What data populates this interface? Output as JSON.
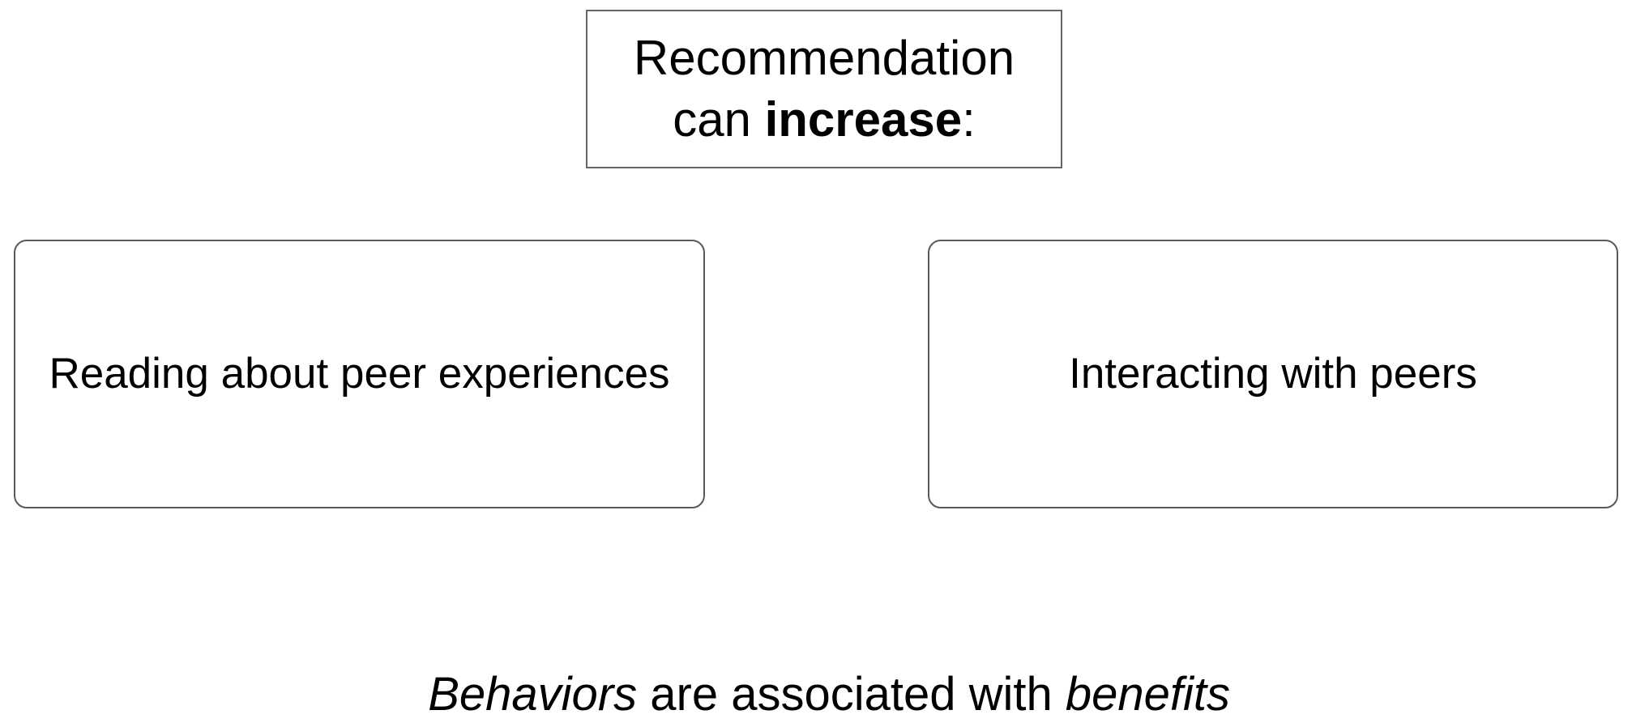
{
  "colors": {
    "background": "#ffffff",
    "text": "#000000",
    "top_box_border": "#666666",
    "rounded_box_border": "#595959"
  },
  "top_box": {
    "line1": "Recommendation",
    "line2_prefix": "can ",
    "line2_bold": "increase",
    "line2_suffix": ":"
  },
  "behavior_boxes": [
    {
      "label": "Reading about peer experiences"
    },
    {
      "label": "Interacting with peers"
    }
  ],
  "caption": {
    "word_italic_1": "Behaviors",
    "middle_text": " are associated with ",
    "word_italic_2": "benefits"
  }
}
